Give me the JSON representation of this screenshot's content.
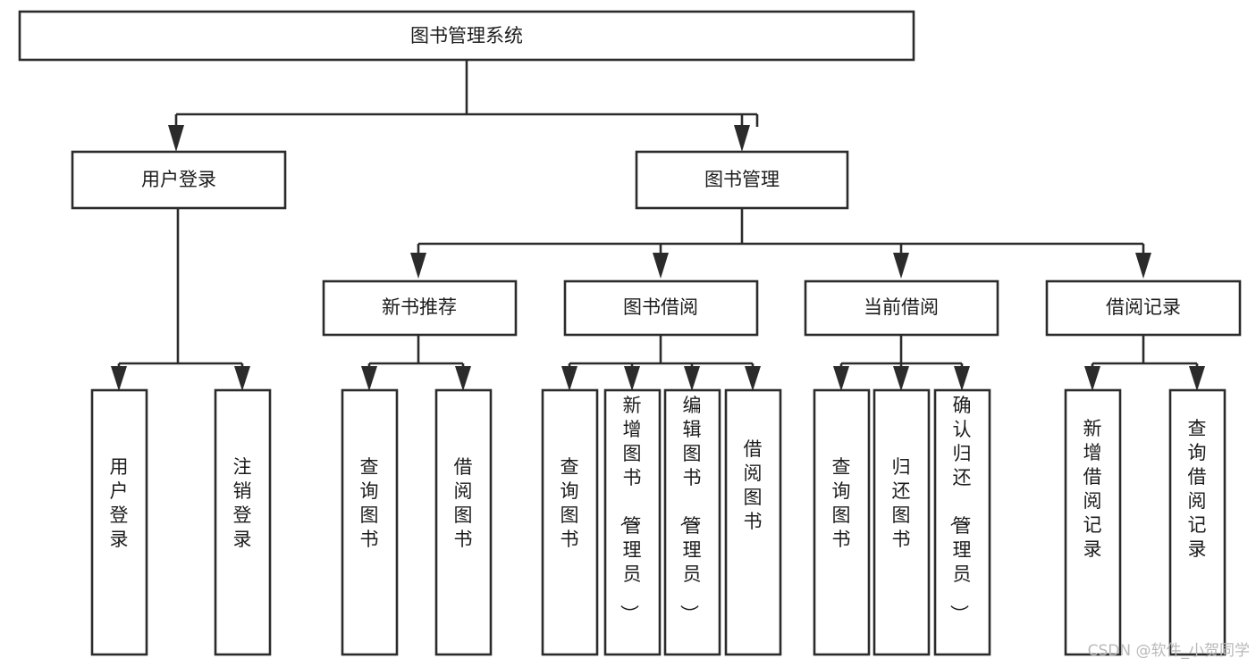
{
  "diagram": {
    "title": "图书管理系统",
    "type": "tree-hierarchy-diagram",
    "orientation": "top-down",
    "colors": {
      "stroke": "#2b2b2b",
      "fill": "#ffffff",
      "text": "#1c1c1c",
      "watermark": "#b9b9b9",
      "background": "#ffffff"
    },
    "root": {
      "label": "图书管理系统"
    },
    "level1": [
      {
        "label": "用户登录"
      },
      {
        "label": "图书管理"
      }
    ],
    "level2": [
      {
        "label": "新书推荐"
      },
      {
        "label": "图书借阅"
      },
      {
        "label": "当前借阅"
      },
      {
        "label": "借阅记录"
      }
    ],
    "leaves": {
      "user_login": [
        {
          "label": "用户登录"
        },
        {
          "label": "注销登录"
        }
      ],
      "new_book_recommend": [
        {
          "label": "查询图书"
        },
        {
          "label": "借阅图书"
        }
      ],
      "book_borrow": [
        {
          "label": "查询图书"
        },
        {
          "label": "新增图书（管理员）"
        },
        {
          "label": "编辑图书（管理员）"
        },
        {
          "label": "借阅图书"
        }
      ],
      "current_borrow": [
        {
          "label": "查询图书"
        },
        {
          "label": "归还图书"
        },
        {
          "label": "确认归还（管理员）"
        }
      ],
      "borrow_record": [
        {
          "label": "新增借阅记录"
        },
        {
          "label": "查询借阅记录"
        }
      ]
    }
  },
  "watermark": {
    "text": "CSDN @软件_小贺同学"
  }
}
